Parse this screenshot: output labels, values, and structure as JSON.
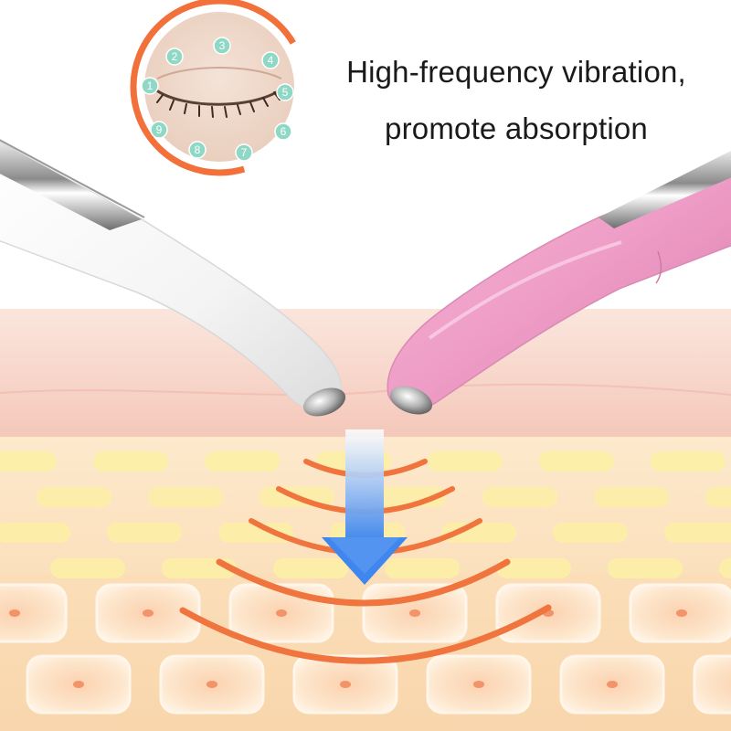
{
  "caption": {
    "line1": "High-frequency vibration,",
    "line2": "promote absorption"
  },
  "eye_inset": {
    "points": [
      "1",
      "2",
      "3",
      "4",
      "5",
      "6",
      "7",
      "8",
      "9"
    ]
  },
  "colors": {
    "ring_accent": "#f2703a",
    "wave": "#f0743e",
    "point_dot": "#8fd8c6",
    "arrow_top": "#e6eefc",
    "arrow_bottom": "#3f86ee",
    "device_white": "#f7f7f7",
    "device_pink": "#ee9ec6",
    "skin_top": "#f6d2c4",
    "skin_fat": "#fde7c6",
    "skin_deep": "#fbdcb2"
  }
}
